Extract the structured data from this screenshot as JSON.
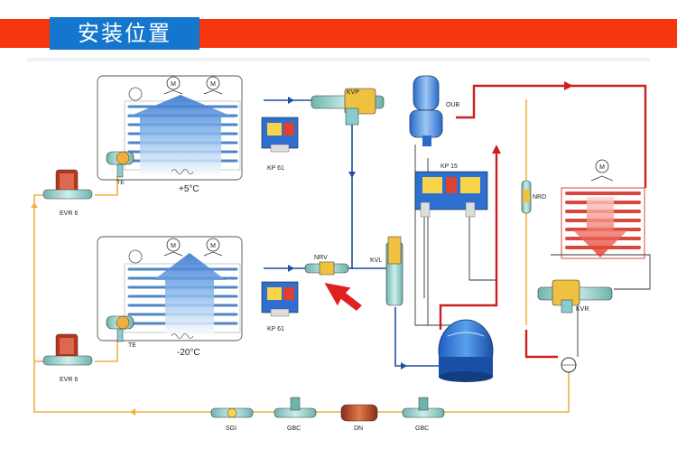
{
  "header": {
    "title": "安装位置"
  },
  "components": {
    "kvp": "KVP",
    "oub": "OUB",
    "kp15": "KP 15",
    "kp61_top": "KP 61",
    "kp61_bottom": "KP 61",
    "te_top": "TE",
    "te_bottom": "TE",
    "evr_top": "EVR 6",
    "evr_bottom": "EVR 6",
    "nrv": "NRV",
    "kvl": "KVL",
    "nrd": "NRD",
    "kvr": "KVR",
    "sgi": "SGI",
    "gbc_left": "GBC",
    "dn": "DN",
    "gbc_right": "GBC",
    "motor": "M"
  },
  "temperatures": {
    "top": "+5°C",
    "bottom": "-20°C"
  },
  "colors": {
    "banner_red": "#f5360f",
    "banner_blue": "#1476cc",
    "discharge_line": "#cc2020",
    "suction_line": "#1f4fa0",
    "liquid_line": "#f0b040",
    "condenser_fins": "#d8483f",
    "evaporator_airflow": "#3b7fd6"
  }
}
